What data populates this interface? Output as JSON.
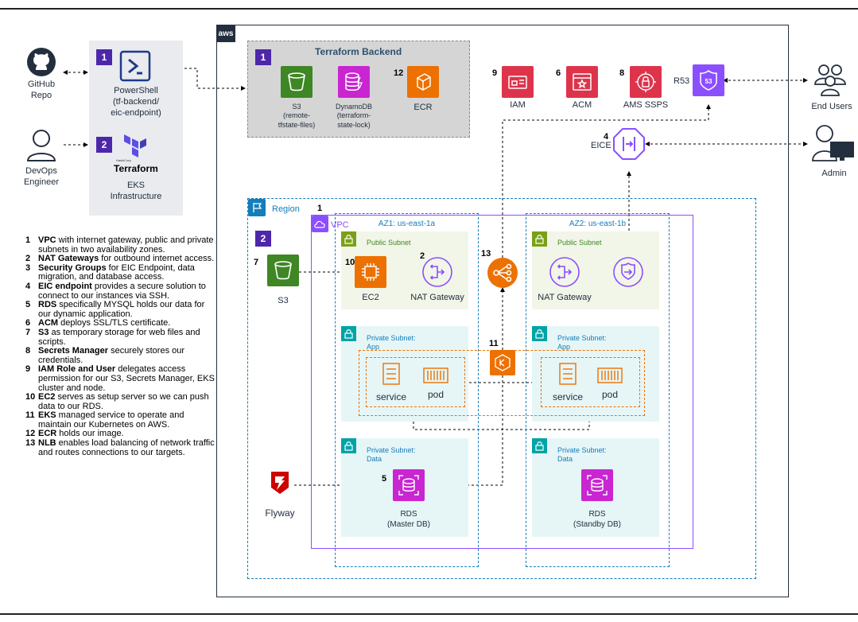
{
  "left": {
    "github": "GitHub\nRepo",
    "devops": "DevOps\nEngineer",
    "badge1": "1",
    "badge2": "2",
    "powershell": "PowerShell\n(tf-backend/\neic-endpoint)",
    "terraform_logo_small": "HashiCorp",
    "terraform_logo": "Terraform",
    "eks_infra": "EKS\nInfrastructure"
  },
  "aws": {
    "logo": "aws",
    "backend_badge": "1",
    "backend_title": "Terraform Backend",
    "s3": "S3\n(remote-\ntfstate-files)",
    "dynamodb": "DynamoDB\n(terraform-\nstate-lock)",
    "ecr_num": "12",
    "ecr": "ECR",
    "iam_num": "9",
    "iam": "IAM",
    "acm_num": "6",
    "acm": "ACM",
    "ssps_num": "8",
    "ssps": "AMS SSPS",
    "r53": "R53",
    "eice_num": "4",
    "eice": "EICE",
    "region": "Region",
    "region_badge": "2",
    "vpc_num": "1",
    "vpc": "VPC",
    "az1": "AZ1: us-east-1a",
    "az2": "AZ2: us-east-1b",
    "s3_num": "7",
    "s3b": "S3",
    "public_subnet": "Public Subnet",
    "ec2_num": "10",
    "ec2": "EC2",
    "nat_num": "2",
    "nat": "NAT Gateway",
    "nlb_num": "13",
    "private_app": "Private Subnet:\nApp",
    "private_data": "Private Subnet:\nData",
    "eks_num": "11",
    "service": "service",
    "pod": "pod",
    "rds_num": "5",
    "rds_master": "RDS\n(Master DB)",
    "rds_standby": "RDS\n(Standby DB)",
    "flyway": "Flyway"
  },
  "right": {
    "end_users": "End Users",
    "admin": "Admin"
  },
  "legend": [
    {
      "n": "1",
      "bold": "VPC",
      "text": " with internet gateway, public and private subnets in two availability zones."
    },
    {
      "n": "2",
      "bold": "NAT Gateways",
      "text": " for outbound internet access."
    },
    {
      "n": "3",
      "bold": "Security Groups",
      "text": " for EIC Endpoint, data migration, and database access."
    },
    {
      "n": "4",
      "bold": "EIC endpoint",
      "text": " provides a secure solution to connect to our instances via SSH."
    },
    {
      "n": "5",
      "bold": "RDS",
      "text": " specifically MYSQL holds our data for our dynamic application."
    },
    {
      "n": "6",
      "bold": "ACM",
      "text": " deploys SSL/TLS certificate."
    },
    {
      "n": "7",
      "bold": "S3",
      "text": " as temporary storage for web files and scripts."
    },
    {
      "n": "8",
      "bold": "Secrets Manager",
      "text": " securely stores our credentials."
    },
    {
      "n": "9",
      "bold": "IAM Role and User",
      "text": " delegates access permission for our S3, Secrets Manager, EKS cluster and node."
    },
    {
      "n": "10",
      "bold": "EC2",
      "text": " serves as setup server so we can push data to our RDS."
    },
    {
      "n": "11",
      "bold": "EKS",
      "text": " managed service to operate and maintain our Kubernetes on AWS."
    },
    {
      "n": "12",
      "bold": "ECR",
      "text": " holds our image."
    },
    {
      "n": "13",
      "bold": "NLB",
      "text": " enables load balancing of network traffic and routes connections to our targets."
    }
  ],
  "colors": {
    "storage_green": "#3f8624",
    "db_purple": "#c925d1",
    "compute_orange": "#ed7100",
    "security_red": "#dd344c",
    "network_purple": "#8c4fff",
    "badge_purple": "#4d27aa",
    "public_subnet_bg": "#f2f6e8",
    "private_subnet_bg": "#e6f6f7",
    "region_teal": "#147eba"
  }
}
